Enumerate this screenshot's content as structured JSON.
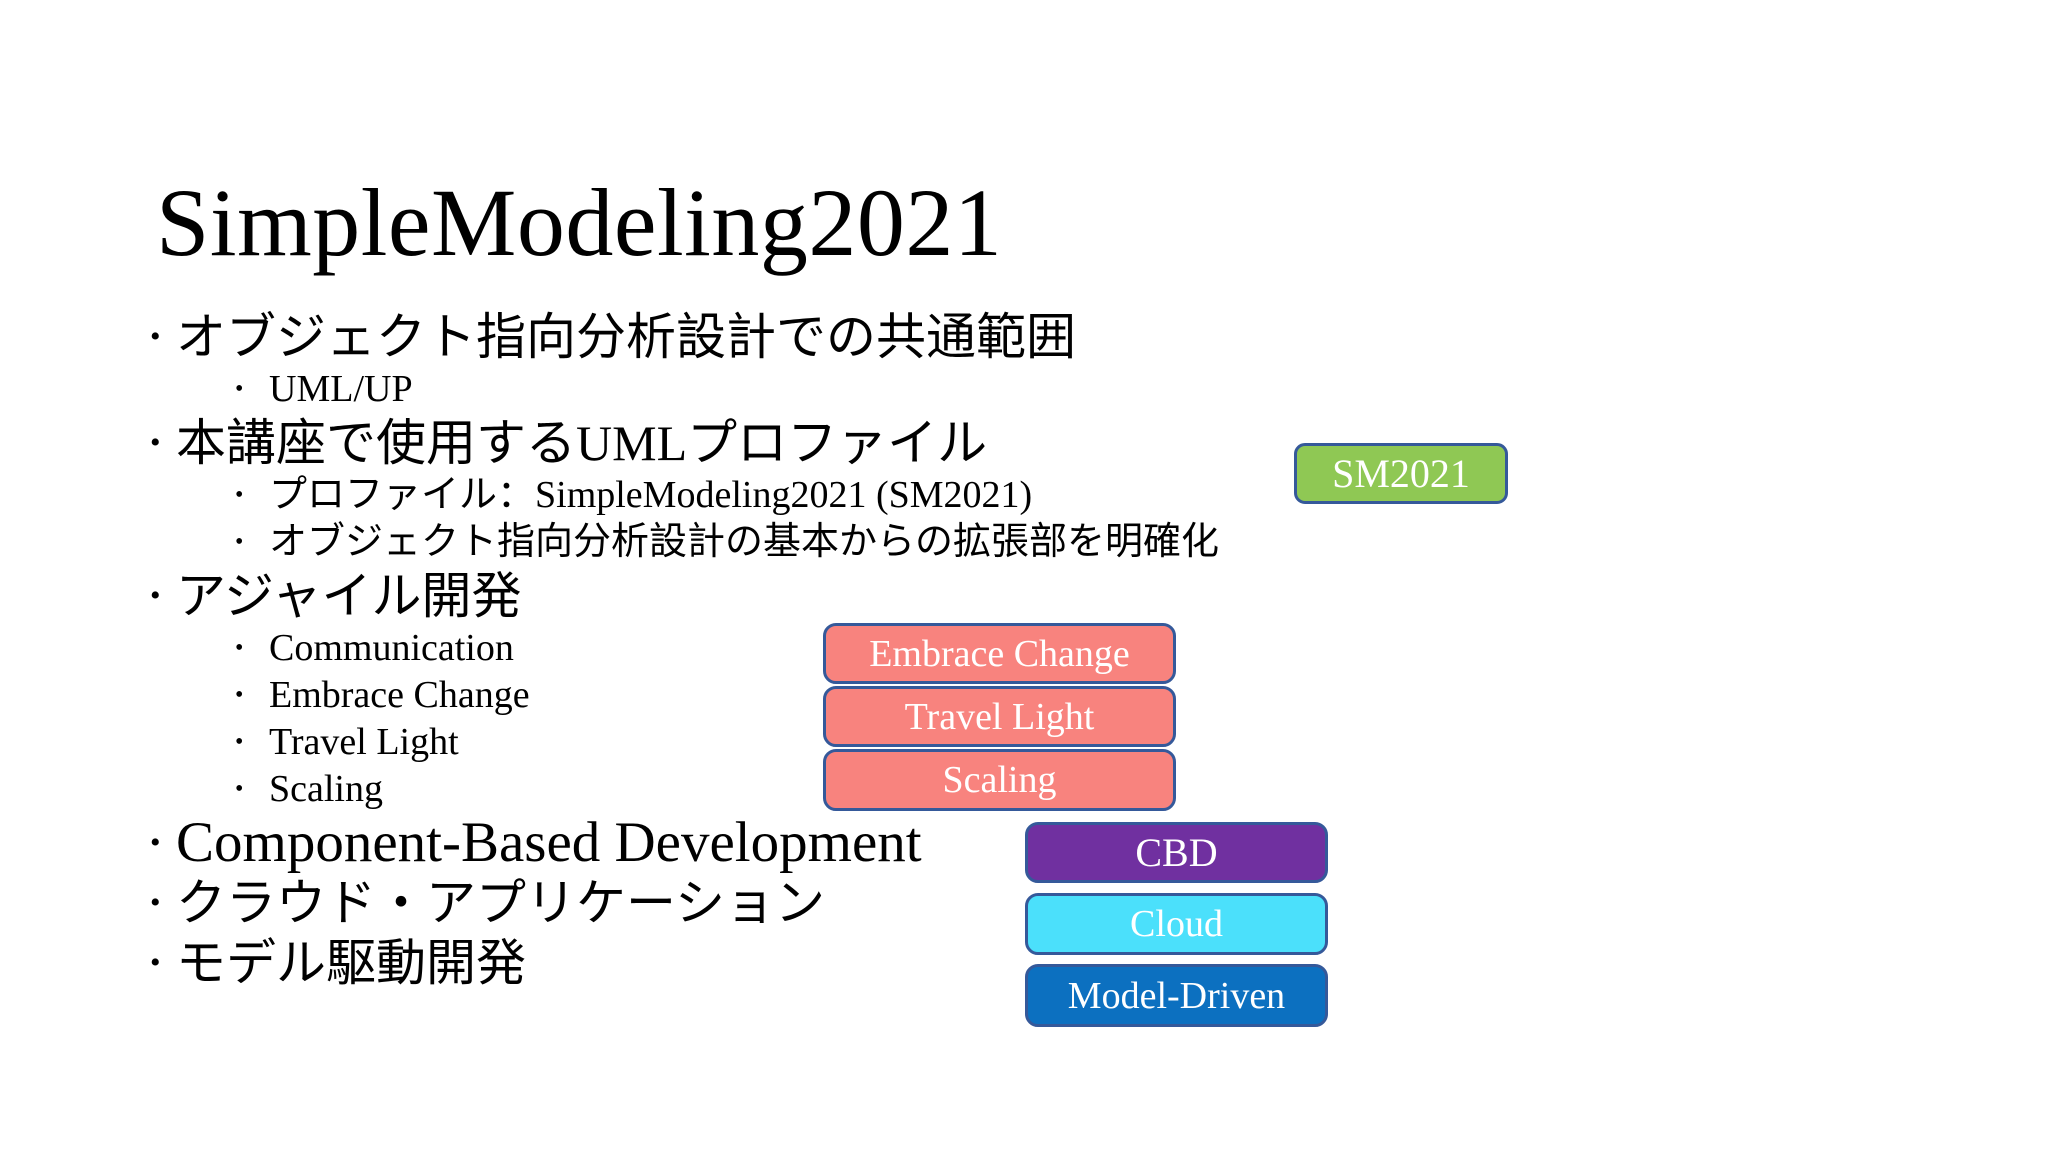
{
  "slide": {
    "title": "SimpleModeling2021",
    "bullet_marker": "•",
    "bullets": [
      {
        "level": 1,
        "text": "オブジェクト指向分析設計での共通範囲"
      },
      {
        "level": 2,
        "text": "UML/UP"
      },
      {
        "level": 1,
        "text": "本講座で使用するUMLプロファイル"
      },
      {
        "level": 2,
        "text": "プロファイル：SimpleModeling2021 (SM2021)"
      },
      {
        "level": 2,
        "text": "オブジェクト指向分析設計の基本からの拡張部を明確化"
      },
      {
        "level": 1,
        "text": "アジャイル開発"
      },
      {
        "level": 2,
        "text": "Communication"
      },
      {
        "level": 2,
        "text": "Embrace Change"
      },
      {
        "level": 2,
        "text": "Travel Light"
      },
      {
        "level": 2,
        "text": "Scaling"
      },
      {
        "level": 1,
        "text": "Component-Based Development"
      },
      {
        "level": 1,
        "text": "クラウド・アプリケーション"
      },
      {
        "level": 1,
        "text": "モデル駆動開発"
      }
    ],
    "badges": [
      {
        "id": "sm2021",
        "label": "SM2021",
        "fill": "#8FC854"
      },
      {
        "id": "embrace",
        "label": "Embrace Change",
        "fill": "#F8837E"
      },
      {
        "id": "travel",
        "label": "Travel Light",
        "fill": "#F8837E"
      },
      {
        "id": "scaling",
        "label": "Scaling",
        "fill": "#F8837E"
      },
      {
        "id": "cbd",
        "label": "CBD",
        "fill": "#7030A0"
      },
      {
        "id": "cloud",
        "label": "Cloud",
        "fill": "#4BE0FB"
      },
      {
        "id": "modeldriven",
        "label": "Model-Driven",
        "fill": "#0C70C0"
      }
    ],
    "colors": {
      "background": "#FFFFFF",
      "text": "#000000",
      "badge_border": "#35599A",
      "badge_text": "#FFFFFF"
    }
  }
}
